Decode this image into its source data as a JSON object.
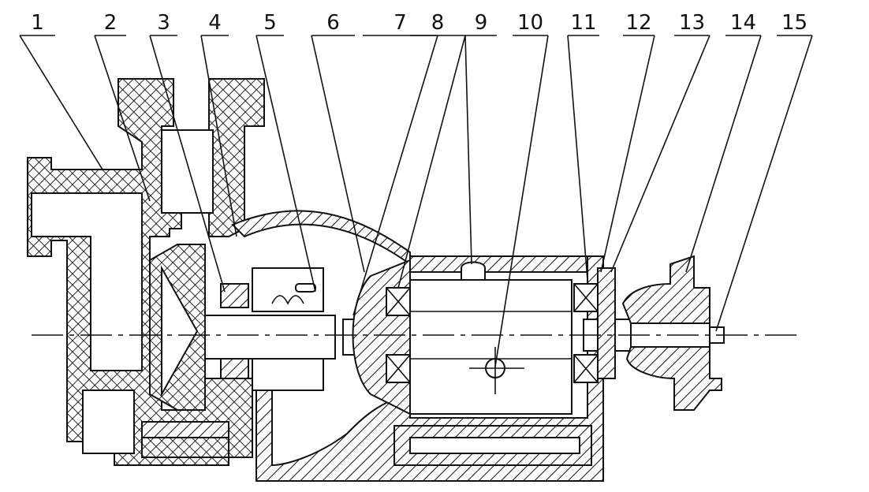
{
  "diagram": {
    "type": "pump-cross-section",
    "labels": [
      "1",
      "2",
      "3",
      "4",
      "5",
      "6",
      "7",
      "8",
      "9",
      "10",
      "11",
      "12",
      "13",
      "14",
      "15"
    ],
    "colors": {
      "ink": "#111111",
      "background": "#ffffff"
    }
  }
}
